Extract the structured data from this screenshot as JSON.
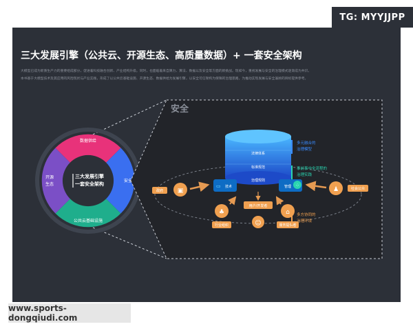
{
  "watermark_tag": "TG: MYYJJPP",
  "title": "三大发展引擎（公共云、开源生态、高质量数据）+ 一套安全架构",
  "description": [
    "大模型已成为新质生产力的重要组成部分，促进着科技融合创新、产业结构升级。同时，也面临着来自算力、算法、数据以及安全等方面的新挑战。现如今，重视发展与安全的治理模式逐渐成为共识。",
    "本书基于大模型技术及其应用的风险现状与产业实践，形成了以公共云基础设施、开源生态、数据供给为发展引擎，以安全可信架构为保障的治理思路，为推动实现发展与安全兼顾的目标提供参考。"
  ],
  "ring": {
    "center_line1": "三大发展引擎",
    "center_line2": "一套安全架构",
    "data_supply": "数据供给",
    "open_source_line1": "开源",
    "open_source_line2": "生态",
    "security": "安全",
    "public_cloud": "公共云基础设施"
  },
  "panel": {
    "title": "安全",
    "layers": [
      "法律体系",
      "标准规范",
      "治理规则"
    ],
    "tool_left": "技术",
    "tool_right": "管理",
    "user_label": "用户/开发者",
    "left_endpoint": "政府",
    "right_endpoint": "社会公众",
    "bottom_left": "行业组织",
    "bottom_right": "服务提供者",
    "notes": [
      {
        "line1": "多元融合的",
        "line2": "治理模型"
      },
      {
        "line1": "事前事中全流程的",
        "line2": "治理实践"
      },
      {
        "line1": "多方协同的",
        "line2": "治理环境"
      }
    ]
  },
  "source_url": "www.sports-dongqiudi.com",
  "colors": {
    "card_bg": "#2c3038",
    "pink": "#e8327a",
    "purple": "#7b4fc6",
    "blue": "#3a6ff0",
    "green": "#1fae8c",
    "cyl_top": "#4ab6ff",
    "cyl_bottom": "#1d4ac8",
    "orange": "#f0a050",
    "note_blue": "#3a8bff",
    "note_teal": "#2ad4b0",
    "note_orange": "#f0a050"
  }
}
